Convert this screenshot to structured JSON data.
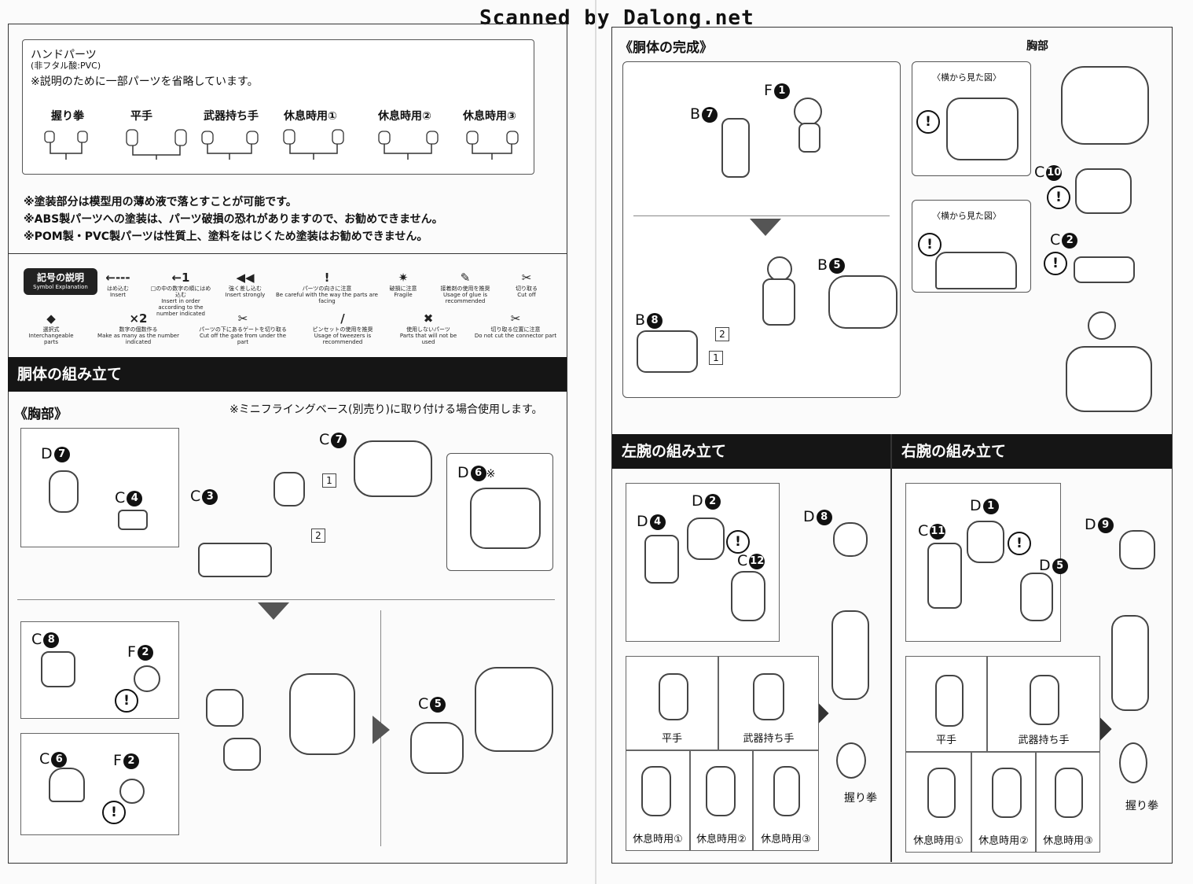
{
  "watermark": "Scanned by Dalong.net",
  "hand_parts": {
    "title": "ハンドパーツ",
    "material": "(非フタル酸:PVC)",
    "note": "※説明のために一部パーツを省略しています。",
    "hands": [
      "握り拳",
      "平手",
      "武器持ち手",
      "休息時用①",
      "休息時用②",
      "休息時用③"
    ]
  },
  "paint_notes": [
    "※塗装部分は模型用の薄め液で落とすことが可能です。",
    "※ABS製パーツへの塗装は、パーツ破損の恐れがありますので、お勧めできません。",
    "※POM製・PVC製パーツは性質上、塗料をはじくため塗装はお勧めできません。"
  ],
  "symbols": {
    "badge_jp": "記号の説明",
    "badge_en": "Symbol Explanation",
    "row1": [
      {
        "icon": "←---",
        "jp": "はめ込む",
        "en": "Insert"
      },
      {
        "icon": "←1",
        "jp": "□の中の数字の順にはめ込む",
        "en": "Insert in order according to the number indicated"
      },
      {
        "icon": "◀◀",
        "jp": "強く差し込む",
        "en": "Insert strongly"
      },
      {
        "icon": "!",
        "jp": "パーツの向きに注意",
        "en": "Be careful with the way the parts are facing"
      },
      {
        "icon": "✷",
        "jp": "破損に注意",
        "en": "Fragile"
      },
      {
        "icon": "✎",
        "jp": "接着剤の使用を推奨",
        "en": "Usage of glue is recommended"
      },
      {
        "icon": "✂",
        "jp": "切り取る",
        "en": "Cut off"
      }
    ],
    "row2": [
      {
        "icon": "◆",
        "jp": "選択式",
        "en": "Interchangeable parts"
      },
      {
        "icon": "×2",
        "jp": "数字の個数作る",
        "en": "Make as many as the number indicated"
      },
      {
        "icon": "✂",
        "jp": "パーツの下にあるゲートを切り取る",
        "en": "Cut off the gate from under the part"
      },
      {
        "icon": "/",
        "jp": "ピンセットの使用を推奨",
        "en": "Usage of tweezers is recommended"
      },
      {
        "icon": "✖",
        "jp": "使用しないパーツ",
        "en": "Parts that will not be used"
      },
      {
        "icon": "✂",
        "jp": "切り取る位置に注意",
        "en": "Do not cut the connector part"
      }
    ]
  },
  "torso_section": {
    "title": "胴体の組み立て",
    "chest_heading": "《胸部》",
    "note": "※ミニフライングベース(別売り)に取り付ける場合使用します。",
    "labels": {
      "d7": "D",
      "c4": "C",
      "c3": "C",
      "c7": "C",
      "d6": "D",
      "d6_mark": "※",
      "c8": "C",
      "f2a": "F",
      "c6": "C",
      "f2b": "F",
      "c5": "C"
    },
    "nums": {
      "d7": "7",
      "c4": "4",
      "c3": "3",
      "c7": "7",
      "d6": "6",
      "c8": "8",
      "f2a": "2",
      "c6": "6",
      "f2b": "2",
      "c5": "5"
    },
    "steps": [
      "1",
      "2"
    ]
  },
  "torso_complete": {
    "heading": "《胴体の完成》",
    "chest_label": "胸部",
    "side_view_1": "〈横から見た図〉",
    "side_view_2": "〈横から見た図〉",
    "labels": {
      "f1": "F",
      "b7": "B",
      "b5": "B",
      "b8": "B",
      "c10": "C",
      "c2": "C"
    },
    "nums": {
      "f1": "1",
      "b7": "7",
      "b5": "5",
      "b8": "8",
      "c10": "10",
      "c2": "2"
    },
    "steps": [
      "2",
      "1"
    ]
  },
  "left_arm": {
    "title": "左腕の組み立て",
    "labels": {
      "d2": "D",
      "d4": "D",
      "c12": "C",
      "d8": "D"
    },
    "nums": {
      "d2": "2",
      "d4": "4",
      "c12": "12",
      "d8": "8"
    },
    "grip": "握り拳",
    "hands_top": [
      "平手",
      "武器持ち手"
    ],
    "hands_bottom": [
      "休息時用①",
      "休息時用②",
      "休息時用③"
    ]
  },
  "right_arm": {
    "title": "右腕の組み立て",
    "labels": {
      "d1": "D",
      "c11": "C",
      "d5": "D",
      "d9": "D"
    },
    "nums": {
      "d1": "1",
      "c11": "11",
      "d5": "5",
      "d9": "9"
    },
    "grip": "握り拳",
    "hands_top": [
      "平手",
      "武器持ち手"
    ],
    "hands_bottom": [
      "休息時用①",
      "休息時用②",
      "休息時用③"
    ]
  }
}
